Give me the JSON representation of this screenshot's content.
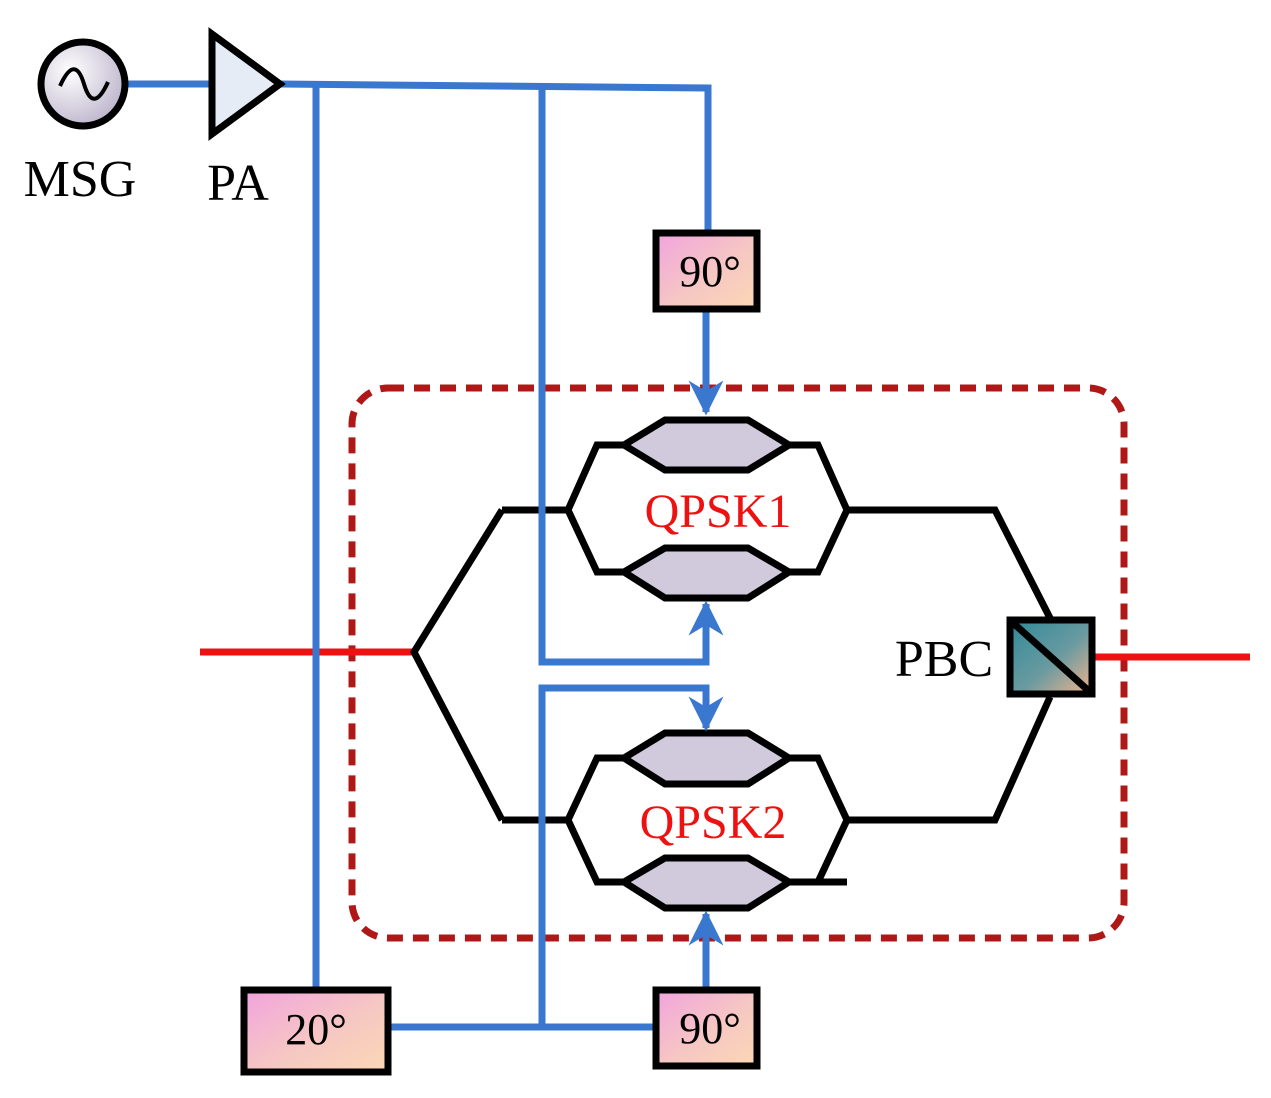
{
  "labels": {
    "source": "MSG",
    "amplifier": "PA",
    "modulator_top": "QPSK1",
    "modulator_bottom": "QPSK2",
    "combiner": "PBC",
    "phase_top": "90°",
    "phase_bottom_left": "20°",
    "phase_bottom_right": "90°"
  },
  "colors": {
    "rf_line": "#3a78d0",
    "optical_line": "#ee1111",
    "waveguide": "#000000",
    "module_border": "#b01818",
    "qpsk_label": "#ee1111",
    "electrode_fill": "#d1cadc"
  },
  "icons": {
    "source": "sine-wave-generator-icon",
    "amplifier": "amplifier-triangle-icon",
    "combiner": "polarization-beam-combiner-icon"
  }
}
